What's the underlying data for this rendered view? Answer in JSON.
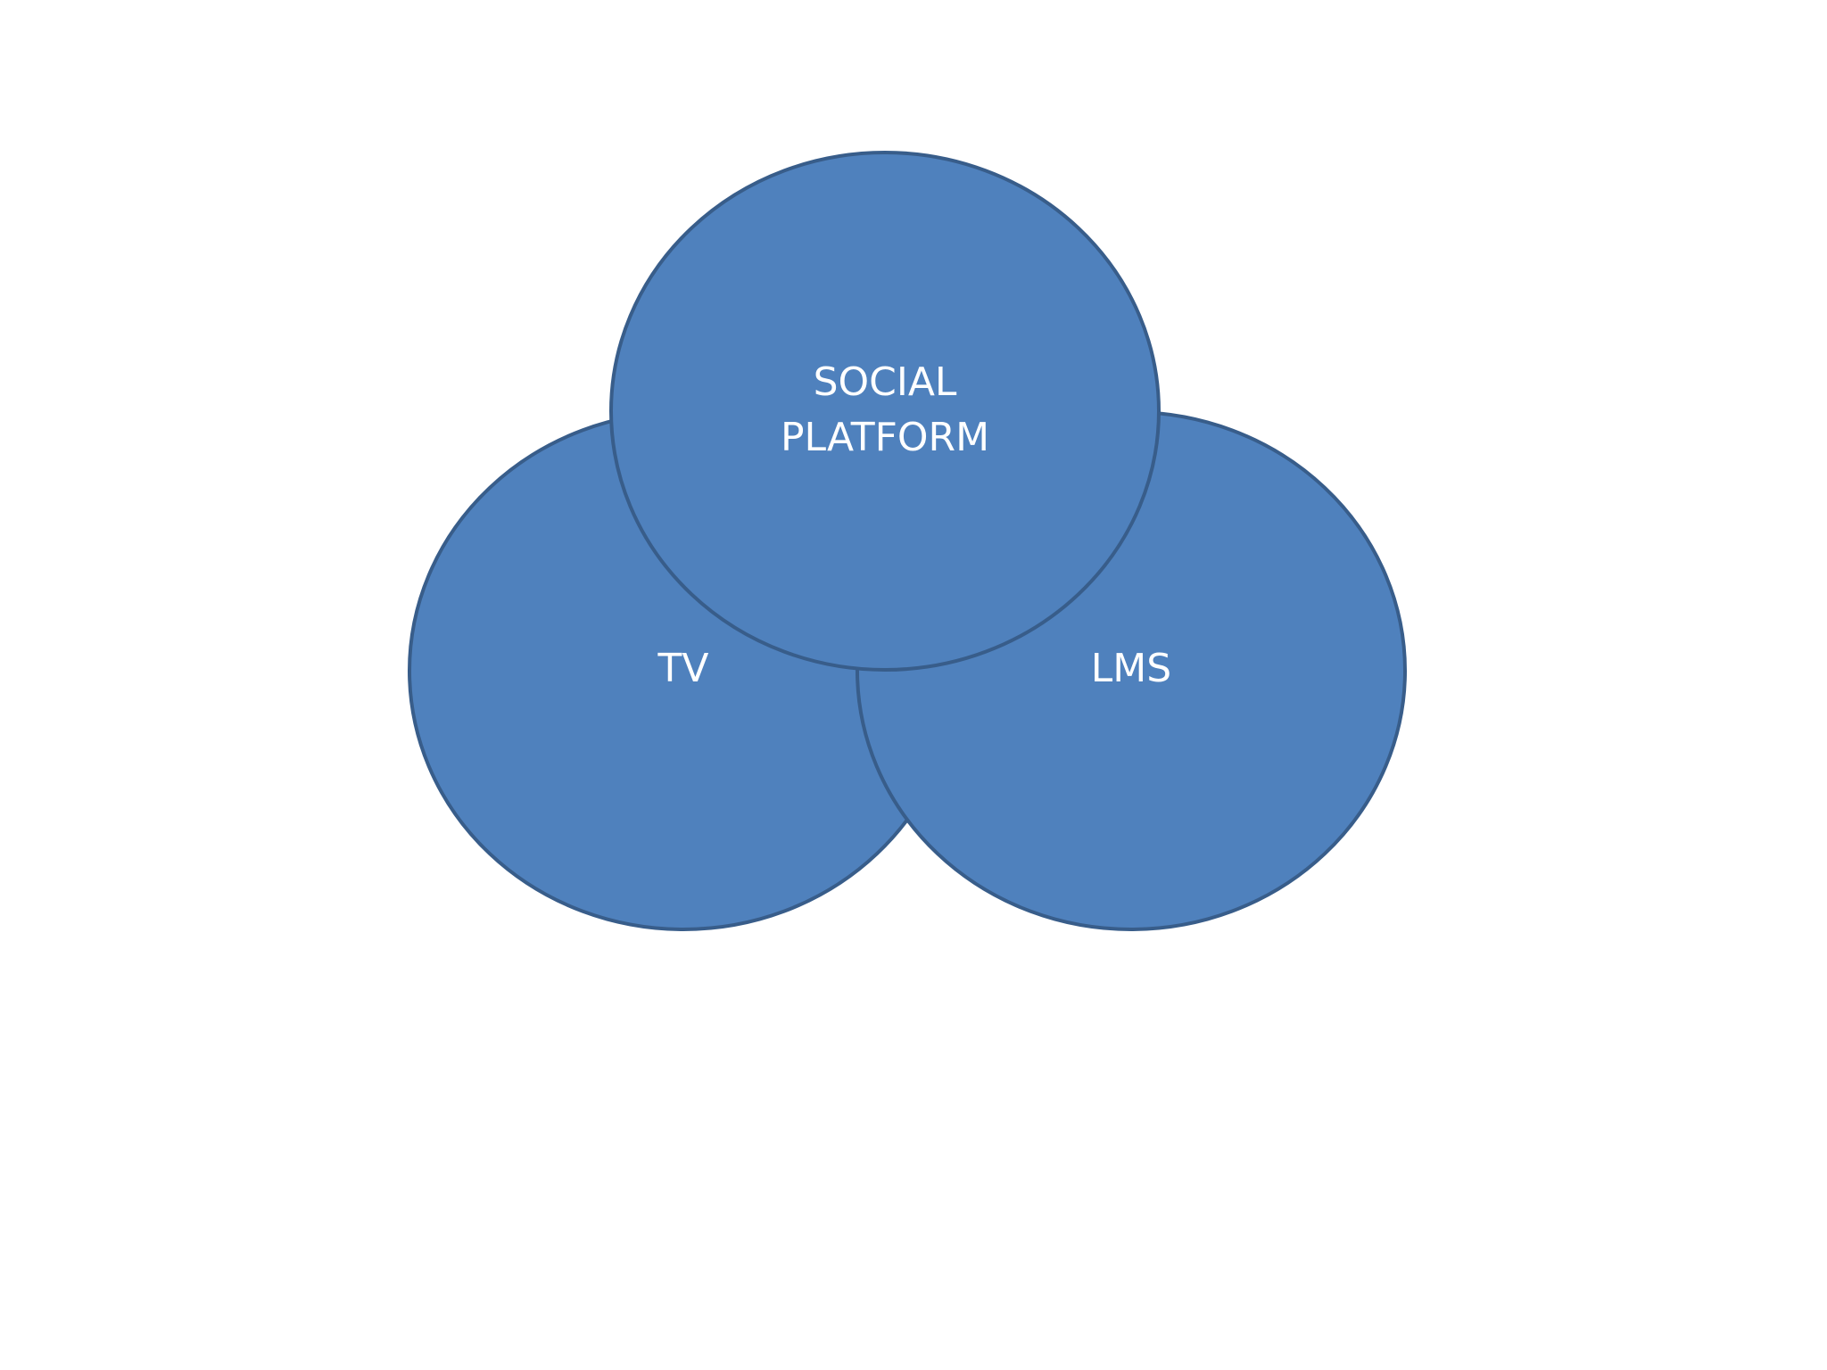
{
  "diagram": {
    "fill_color": "#4f81bd",
    "stroke_color": "#385d8a",
    "label_color": "#ffffff",
    "circles": [
      {
        "id": "tv",
        "label": "TV"
      },
      {
        "id": "lms",
        "label": "LMS"
      },
      {
        "id": "social",
        "label_lines": [
          "SOCIAL",
          "PLATFORM"
        ]
      }
    ]
  }
}
